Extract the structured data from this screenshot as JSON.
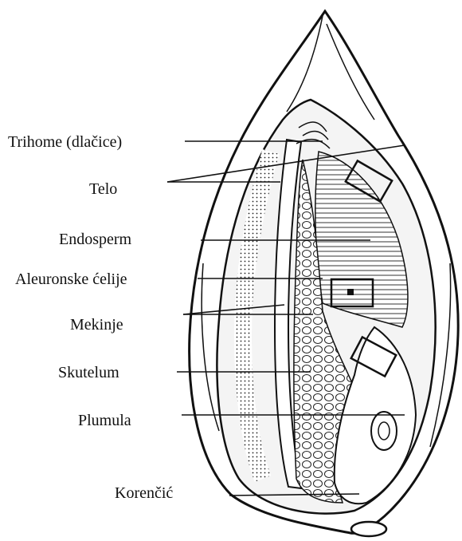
{
  "diagram": {
    "labels": [
      {
        "id": "trihome",
        "text": "Trihome (dlačice)"
      },
      {
        "id": "telo",
        "text": "Telo"
      },
      {
        "id": "endosperm",
        "text": "Endosperm"
      },
      {
        "id": "aleuronske",
        "text": "Aleuronske ćelije"
      },
      {
        "id": "mekinje",
        "text": "Mekinje"
      },
      {
        "id": "skutelum",
        "text": "Skutelum"
      },
      {
        "id": "plumula",
        "text": "Plumula"
      },
      {
        "id": "korencic",
        "text": "Korenčić"
      }
    ],
    "colors": {
      "ink": "#111111",
      "background": "#ffffff",
      "shade": "#d9d9d9"
    }
  }
}
